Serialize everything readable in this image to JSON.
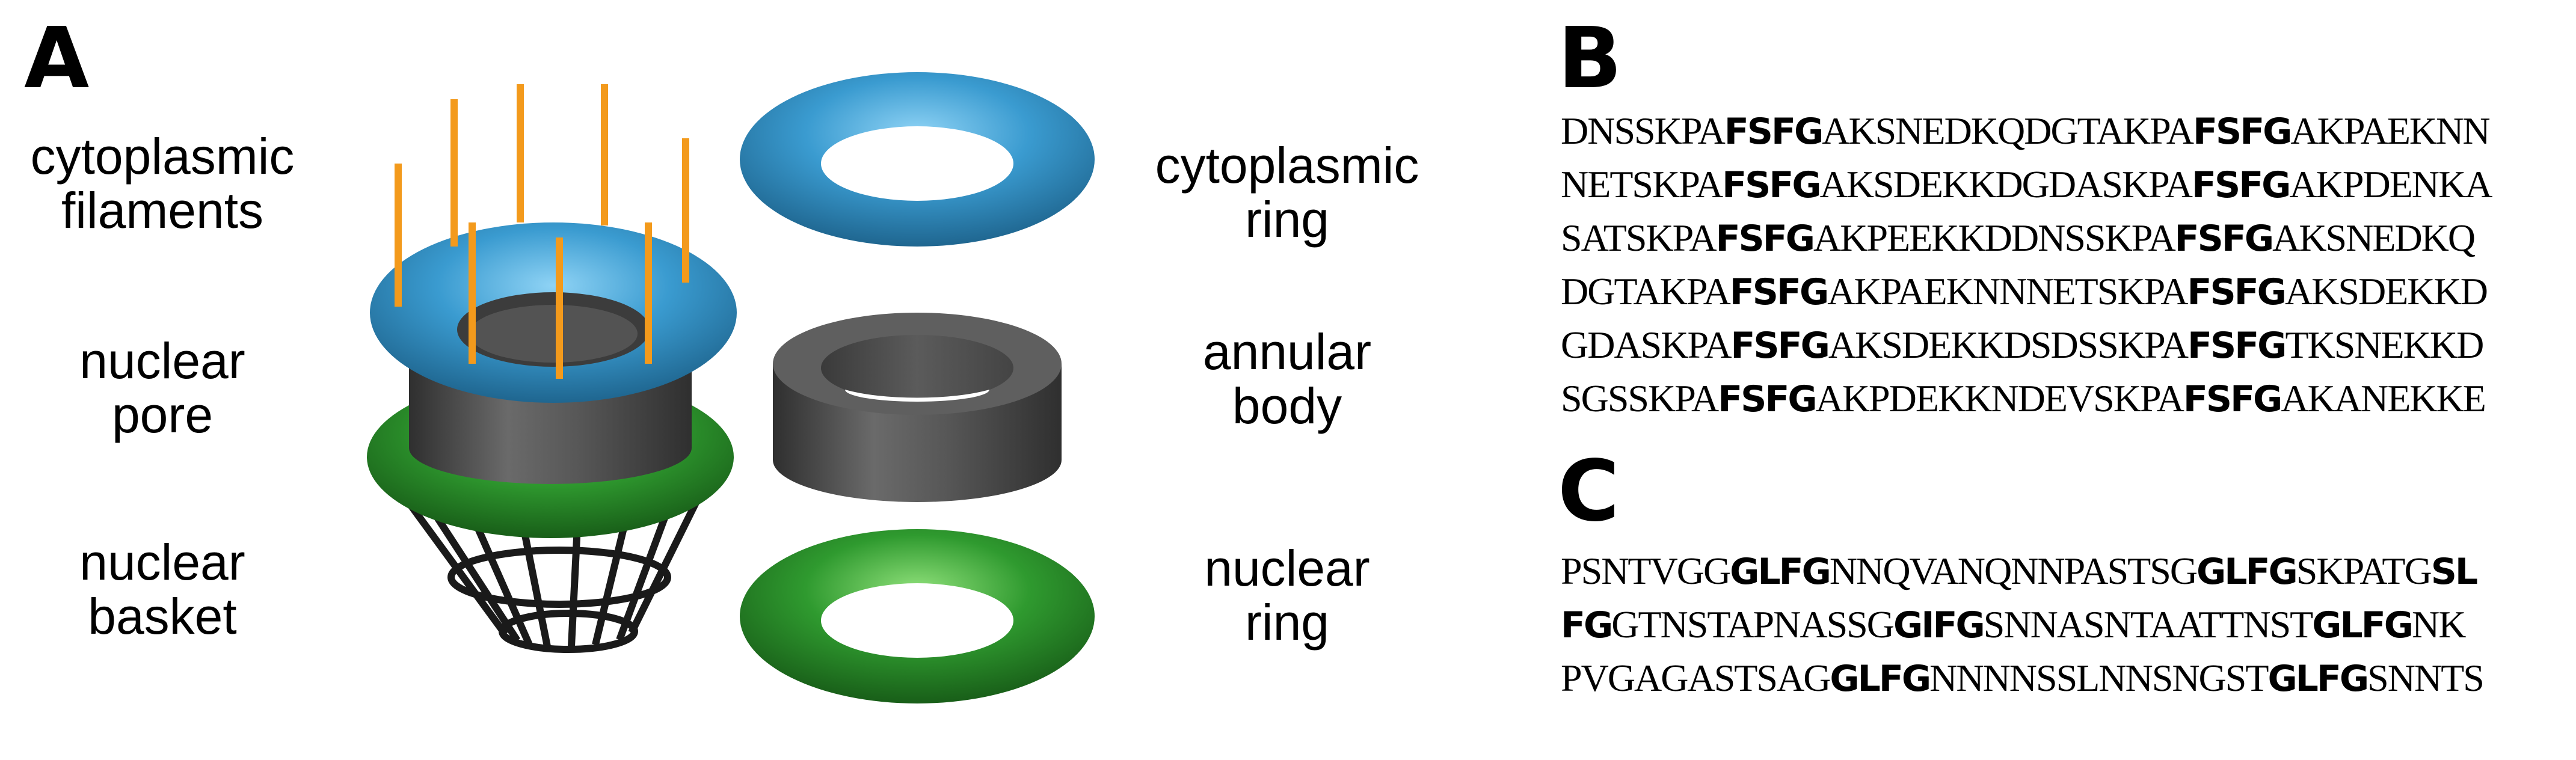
{
  "panels": {
    "a": {
      "letter": "A"
    },
    "b": {
      "letter": "B"
    },
    "c": {
      "letter": "C"
    }
  },
  "labels": {
    "cytoplasmic_filaments": [
      "cytoplasmic",
      "filaments"
    ],
    "nuclear_pore": [
      "nuclear",
      "pore"
    ],
    "nuclear_basket": [
      "nuclear",
      "basket"
    ],
    "cytoplasmic_ring": [
      "cytoplasmic",
      "ring"
    ],
    "annular_body": [
      "annular",
      "body"
    ],
    "nuclear_ring": [
      "nuclear",
      "ring"
    ]
  },
  "colors": {
    "cytoplasmic_ring": "#2f8fc6",
    "annular_body": "#4d4d4d",
    "nuclear_ring": "#2e8b2e",
    "filaments": "#f39a1c",
    "basket": "#1a1a1a"
  },
  "sequence_b": {
    "motif": "FSFG",
    "lines": [
      [
        {
          "t": "DNSSKPA"
        },
        {
          "t": "FSFG",
          "m": true
        },
        {
          "t": "AKSNEDKQDGTAKPA"
        },
        {
          "t": "FSFG",
          "m": true
        },
        {
          "t": "AKPAEKNN"
        }
      ],
      [
        {
          "t": "NETSKPA"
        },
        {
          "t": "FSFG",
          "m": true
        },
        {
          "t": "AKSDEKKDGDASKPA"
        },
        {
          "t": "FSFG",
          "m": true
        },
        {
          "t": "AKPDENKA"
        }
      ],
      [
        {
          "t": "SATSKPA"
        },
        {
          "t": "FSFG",
          "m": true
        },
        {
          "t": "AKPEEKKDDNSSKPA"
        },
        {
          "t": "FSFG",
          "m": true
        },
        {
          "t": "AKSNEDKQ"
        }
      ],
      [
        {
          "t": "DGTAKPA"
        },
        {
          "t": "FSFG",
          "m": true
        },
        {
          "t": "AKPAEKNNNETSKPA"
        },
        {
          "t": "FSFG",
          "m": true
        },
        {
          "t": "AKSDEKKD"
        }
      ],
      [
        {
          "t": "GDASKPA"
        },
        {
          "t": "FSFG",
          "m": true
        },
        {
          "t": "AKSDEKKDSDSSKPA"
        },
        {
          "t": "FSFG",
          "m": true
        },
        {
          "t": "TKSNEKKD"
        }
      ],
      [
        {
          "t": "SGSSKPA"
        },
        {
          "t": "FSFG",
          "m": true
        },
        {
          "t": "AKPDEKKNDEVSKPA"
        },
        {
          "t": "FSFG",
          "m": true
        },
        {
          "t": "AKANEKKE"
        }
      ]
    ]
  },
  "sequence_c": {
    "lines": [
      [
        {
          "t": "PSNTVGG"
        },
        {
          "t": "GLFG",
          "m": true
        },
        {
          "t": "NNQVANQNNPASTSG"
        },
        {
          "t": "GLFG",
          "m": true
        },
        {
          "t": "SKPATG"
        },
        {
          "t": "SL",
          "m": true
        }
      ],
      [
        {
          "t": "FG",
          "m": true
        },
        {
          "t": "GTNSTAPNASSG"
        },
        {
          "t": "GIFG",
          "m": true
        },
        {
          "t": "SNNASNTAATTNST"
        },
        {
          "t": "GLFG",
          "m": true
        },
        {
          "t": "NK"
        }
      ],
      [
        {
          "t": "PVGAGASTSAG"
        },
        {
          "t": "GLFG",
          "m": true
        },
        {
          "t": "NNNNSSLNNSNGST"
        },
        {
          "t": "GLFG",
          "m": true
        },
        {
          "t": "SNNTS"
        }
      ]
    ]
  }
}
